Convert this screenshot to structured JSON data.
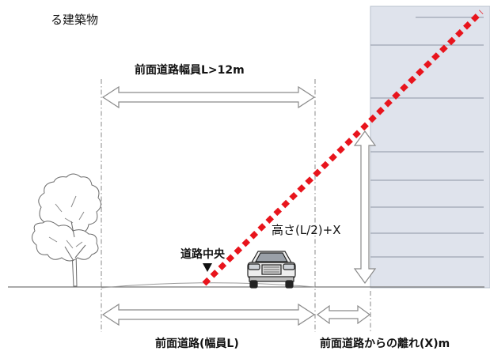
{
  "labels": {
    "top_left_fragment": "る建築物",
    "road_width_condition": "前面道路幅員L>12m",
    "height_formula": "高さ(L/2)+X",
    "road_center": "道路中央",
    "road_width_bottom": "前面道路(幅員L)",
    "setback_distance": "前面道路からの離れ(X)m"
  },
  "colors": {
    "building_fill": "#dfe3ec",
    "slant_line": "#e8141c",
    "arrow_stroke": "#8a8a8a",
    "ground_line": "#777777"
  },
  "icons": {
    "tree": "tree-icon",
    "car": "car-icon",
    "road_center_marker": "triangle-down-icon"
  }
}
